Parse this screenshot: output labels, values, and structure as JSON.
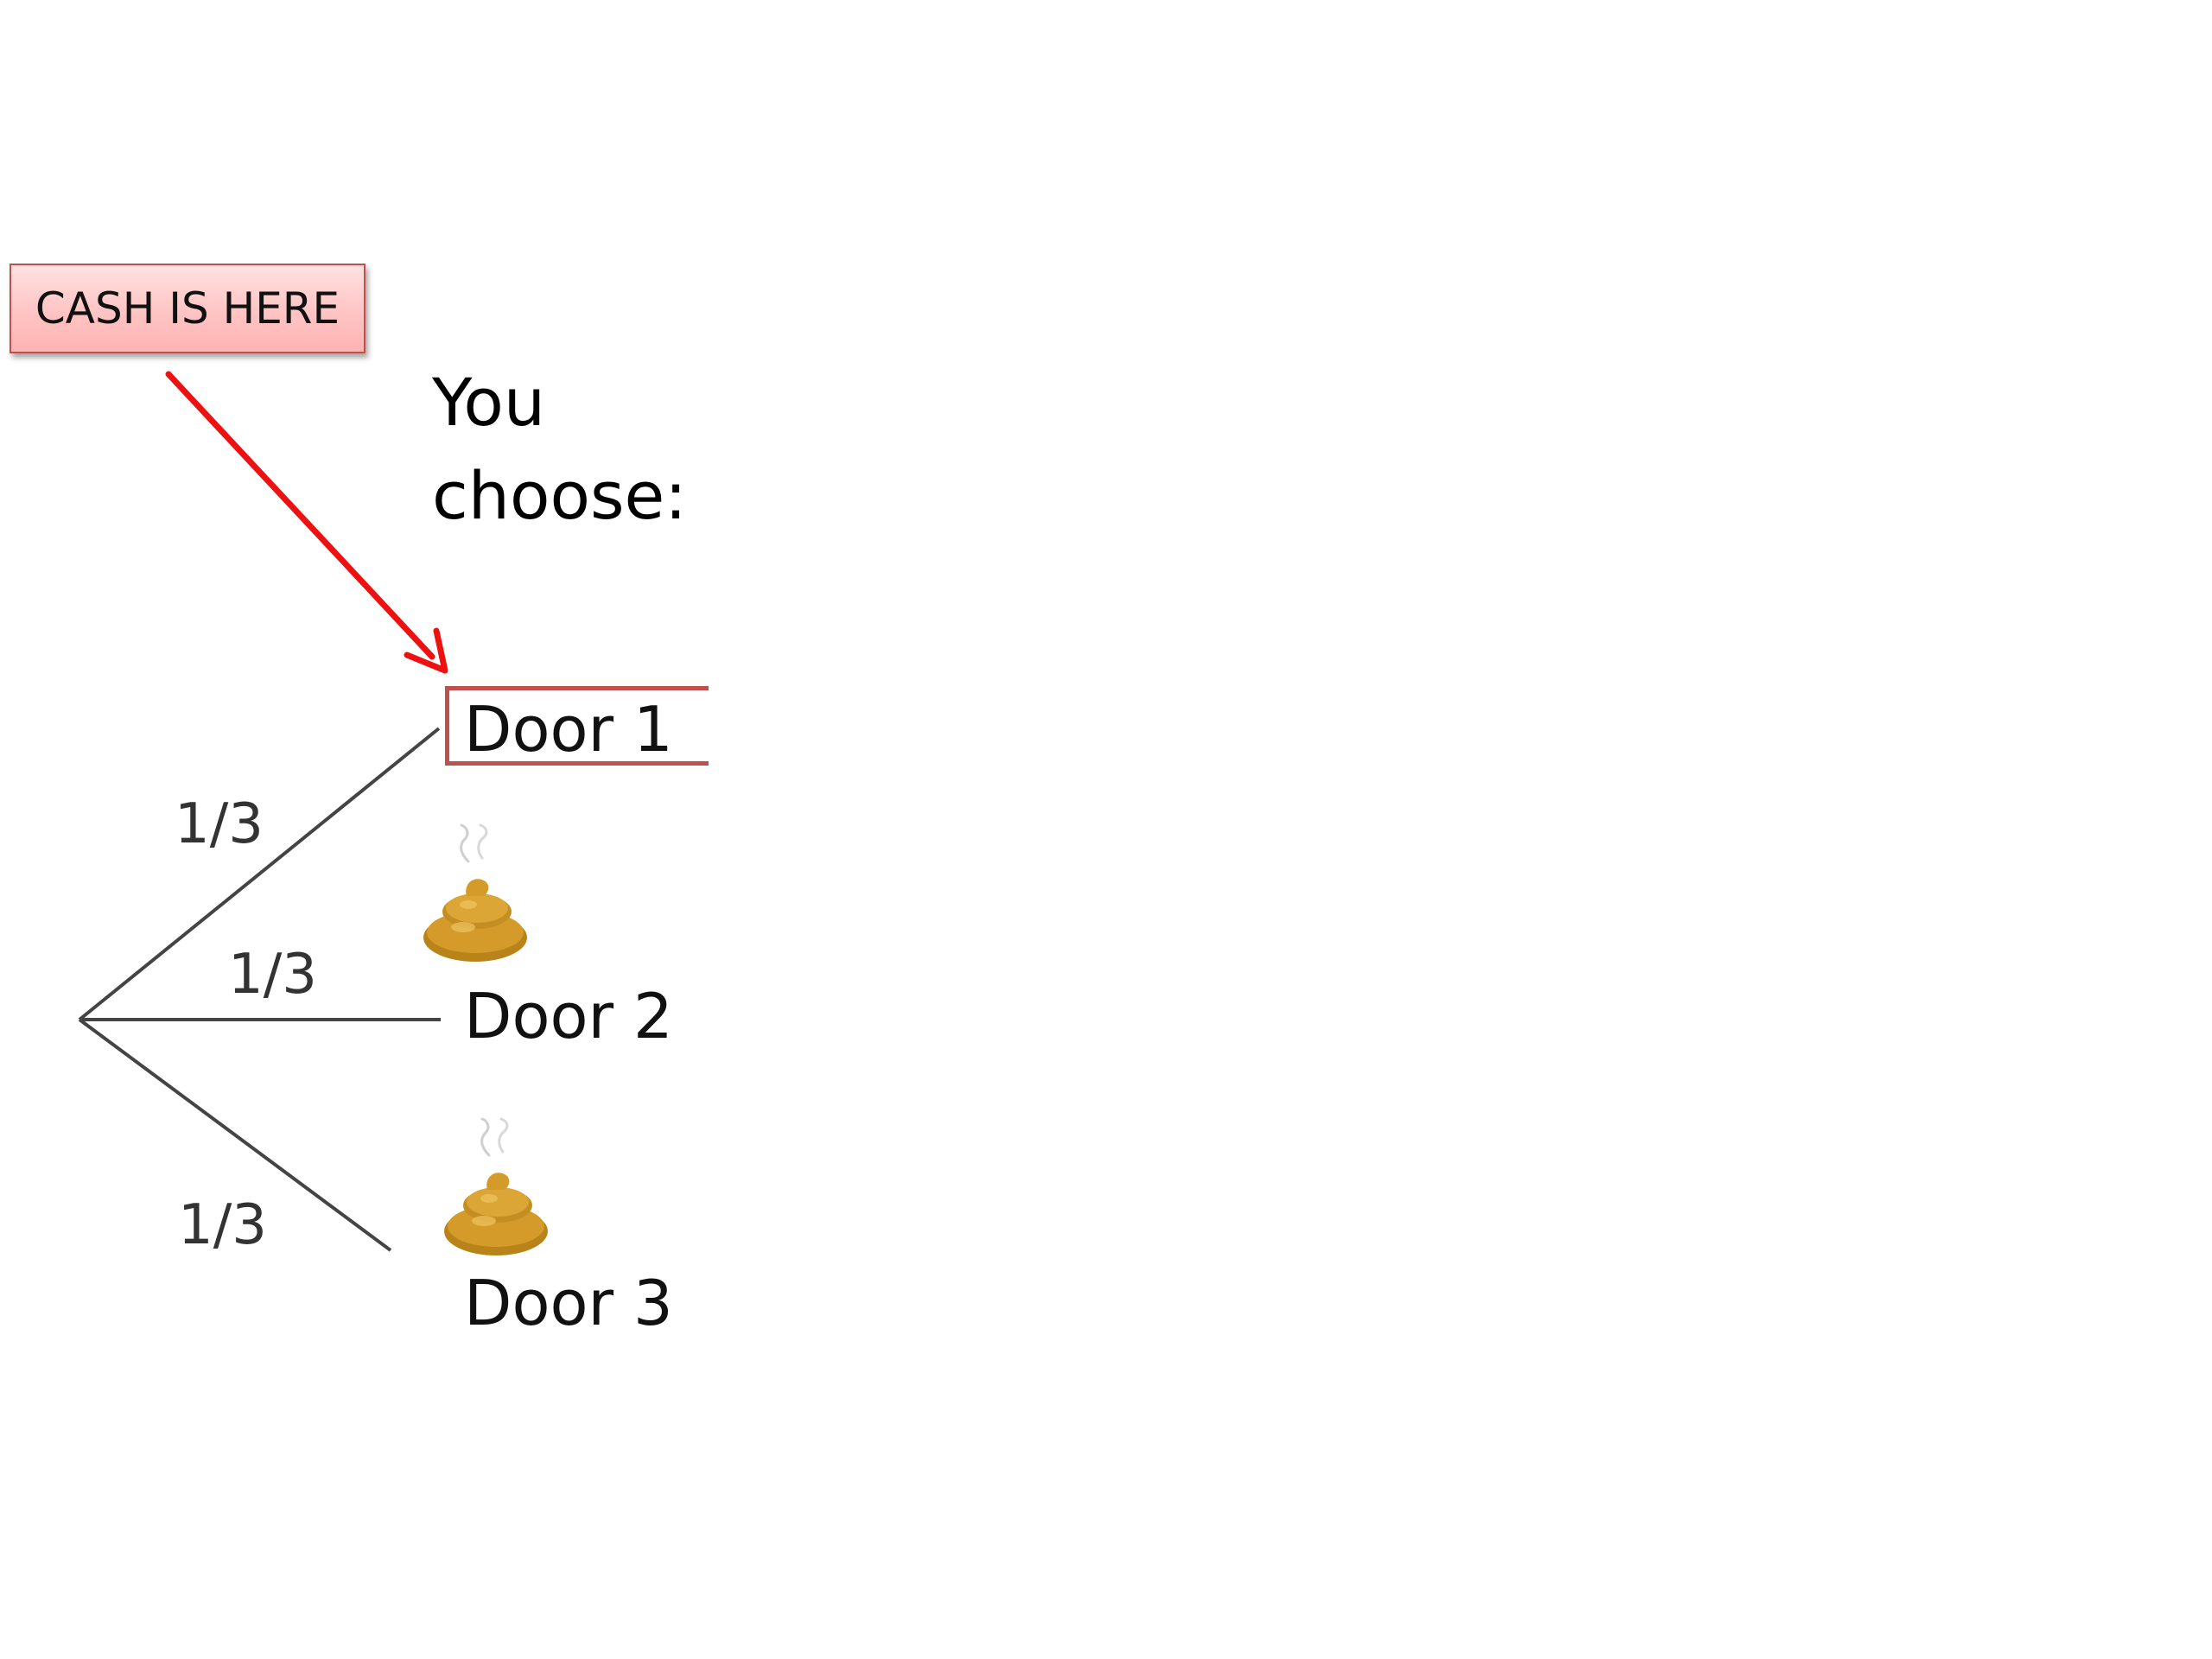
{
  "callout": {
    "text": "CASH IS HERE"
  },
  "prompt": {
    "line1": "You",
    "line2": "choose:"
  },
  "doors": [
    {
      "label": "Door 1",
      "highlighted": true,
      "has_icon": false
    },
    {
      "label": "Door 2",
      "highlighted": false,
      "has_icon": true
    },
    {
      "label": "Door 3",
      "highlighted": false,
      "has_icon": true
    }
  ],
  "branches": [
    {
      "probability": "1/3"
    },
    {
      "probability": "1/3"
    },
    {
      "probability": "1/3"
    }
  ],
  "icons": {
    "door_2": "poop-icon",
    "door_3": "poop-icon"
  },
  "colors": {
    "arrow": "#ee1111",
    "callout_border": "#c0504d",
    "callout_fill": "#ffc4c4",
    "door_highlight": "#c0504d",
    "tree_lines": "#444444",
    "poop": "#c8921e"
  }
}
